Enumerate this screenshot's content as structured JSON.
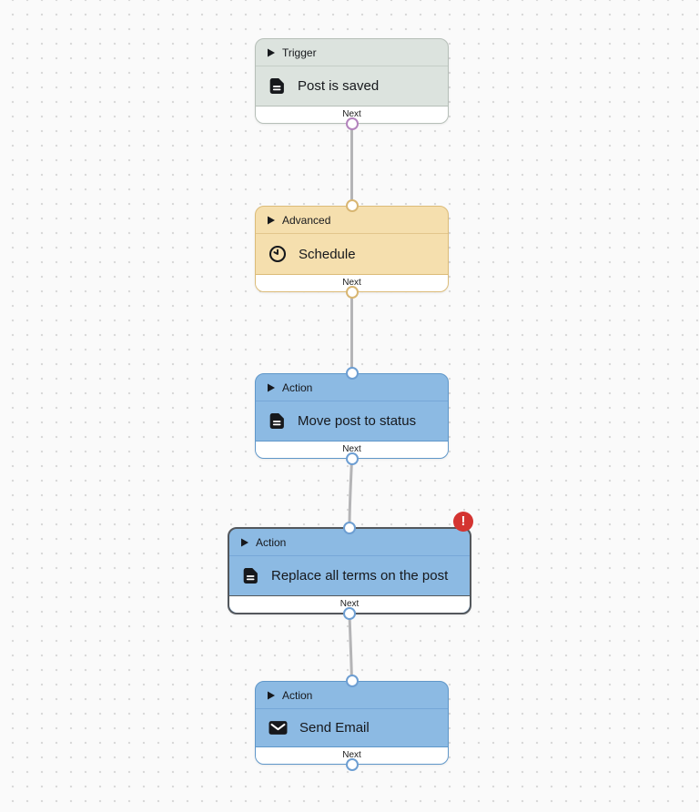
{
  "canvas": {
    "background_color": "#fafafa",
    "dot_grid_color": "#d8d8d8"
  },
  "workflow": {
    "nodes": [
      {
        "category": "Trigger",
        "label": "Post is saved",
        "icon": "document-icon",
        "footer_label": "Next",
        "has_input_port": false,
        "has_output_port": true,
        "has_error": false,
        "theme": {
          "fill": "#dce3de",
          "border": "#b6bfb8",
          "port_ring": "#b383bd"
        }
      },
      {
        "category": "Advanced",
        "label": "Schedule",
        "icon": "clock-icon",
        "footer_label": "Next",
        "has_input_port": true,
        "has_output_port": true,
        "has_error": false,
        "theme": {
          "fill": "#f5dfae",
          "border": "#dcbc79",
          "port_ring": "#d8b672"
        }
      },
      {
        "category": "Action",
        "label": "Move post to status",
        "icon": "document-icon",
        "footer_label": "Next",
        "has_input_port": true,
        "has_output_port": true,
        "has_error": false,
        "theme": {
          "fill": "#8cbae3",
          "border": "#5f97c9",
          "port_ring": "#6d9ed2"
        }
      },
      {
        "category": "Action",
        "label": "Replace all terms on the post",
        "icon": "document-icon",
        "footer_label": "Next",
        "has_input_port": true,
        "has_output_port": true,
        "has_error": true,
        "error_badge": "!",
        "selected": true,
        "theme": {
          "fill": "#8cbae3",
          "border": "#53575c",
          "port_ring": "#6d9ed2",
          "error_color": "#d43431"
        }
      },
      {
        "category": "Action",
        "label": "Send Email",
        "icon": "envelope-icon",
        "footer_label": "Next",
        "has_input_port": true,
        "has_output_port": true,
        "has_error": false,
        "theme": {
          "fill": "#8cbae3",
          "border": "#5f97c9",
          "port_ring": "#6d9ed2"
        }
      }
    ],
    "connections": [
      {
        "from": "Post is saved",
        "to": "Schedule"
      },
      {
        "from": "Schedule",
        "to": "Move post to status"
      },
      {
        "from": "Move post to status",
        "to": "Replace all terms on the post"
      },
      {
        "from": "Replace all terms on the post",
        "to": "Send Email"
      }
    ],
    "connection_color": "#b4b4b6"
  }
}
